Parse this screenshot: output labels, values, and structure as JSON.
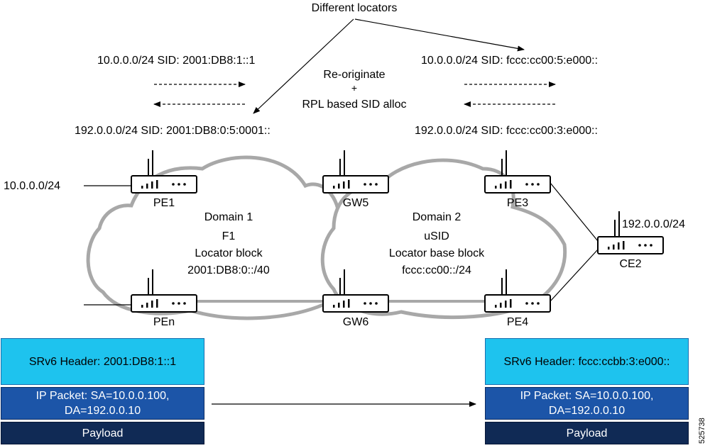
{
  "labels": {
    "different_locators": "Different locators",
    "left_route_top": "10.0.0.0/24 SID: 2001:DB8:1::1",
    "left_route_bottom": "192.0.0.0/24 SID: 2001:DB8:0:5:0001::",
    "right_route_top": "10.0.0.0/24 SID: fccc:cc00:5:e000::",
    "right_route_bottom": "192.0.0.0/24 SID: fccc:cc00:3:e000::",
    "reoriginate_1": "Re-originate",
    "reoriginate_2": "+",
    "reoriginate_3": "RPL based SID alloc",
    "prefix_left": "10.0.0.0/24",
    "prefix_right": "192.0.0.0/24",
    "figure_id": "525738"
  },
  "domain1": {
    "name": "Domain 1",
    "line2": "F1",
    "line3": "Locator block",
    "line4": "2001:DB8:0::/40"
  },
  "domain2": {
    "name": "Domain 2",
    "line2": "uSID",
    "line3": "Locator base block",
    "line4": "fccc:cc00::/24"
  },
  "routers": {
    "pe1": "PE1",
    "pen": "PEn",
    "gw5": "GW5",
    "gw6": "GW6",
    "pe3": "PE3",
    "pe4": "PE4",
    "ce2": "CE2"
  },
  "packet_left": {
    "header": "SRv6 Header: 2001:DB8:1::1",
    "ip_line1": "IP Packet: SA=10.0.0.100,",
    "ip_line2": "DA=192.0.0.10",
    "payload": "Payload"
  },
  "packet_right": {
    "header": "SRv6 Header: fccc:ccbb:3:e000::",
    "ip_line1": "IP Packet: SA=10.0.0.100,",
    "ip_line2": "DA=192.0.0.10",
    "payload": "Payload"
  },
  "colors": {
    "header_fill": "#1ec3ee",
    "ip_fill": "#1c55a8",
    "payload_fill": "#102a55",
    "cloud_stroke": "#a8a8a8"
  }
}
